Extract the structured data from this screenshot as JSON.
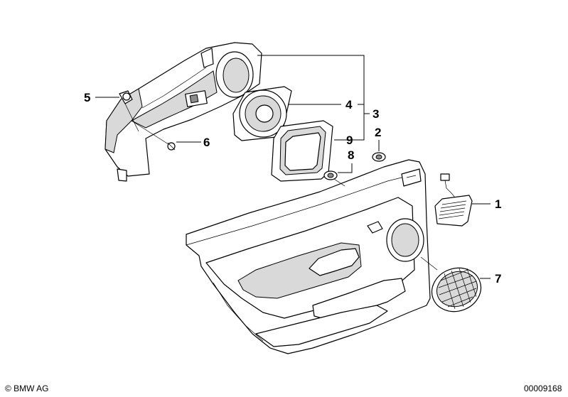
{
  "callouts": {
    "c1": "1",
    "c2": "2",
    "c3": "3",
    "c4": "4",
    "c5": "5",
    "c6": "6",
    "c7": "7",
    "c8": "8",
    "c9": "9"
  },
  "footer": {
    "copyright": "© BMW AG",
    "drawing_number": "00009168"
  }
}
